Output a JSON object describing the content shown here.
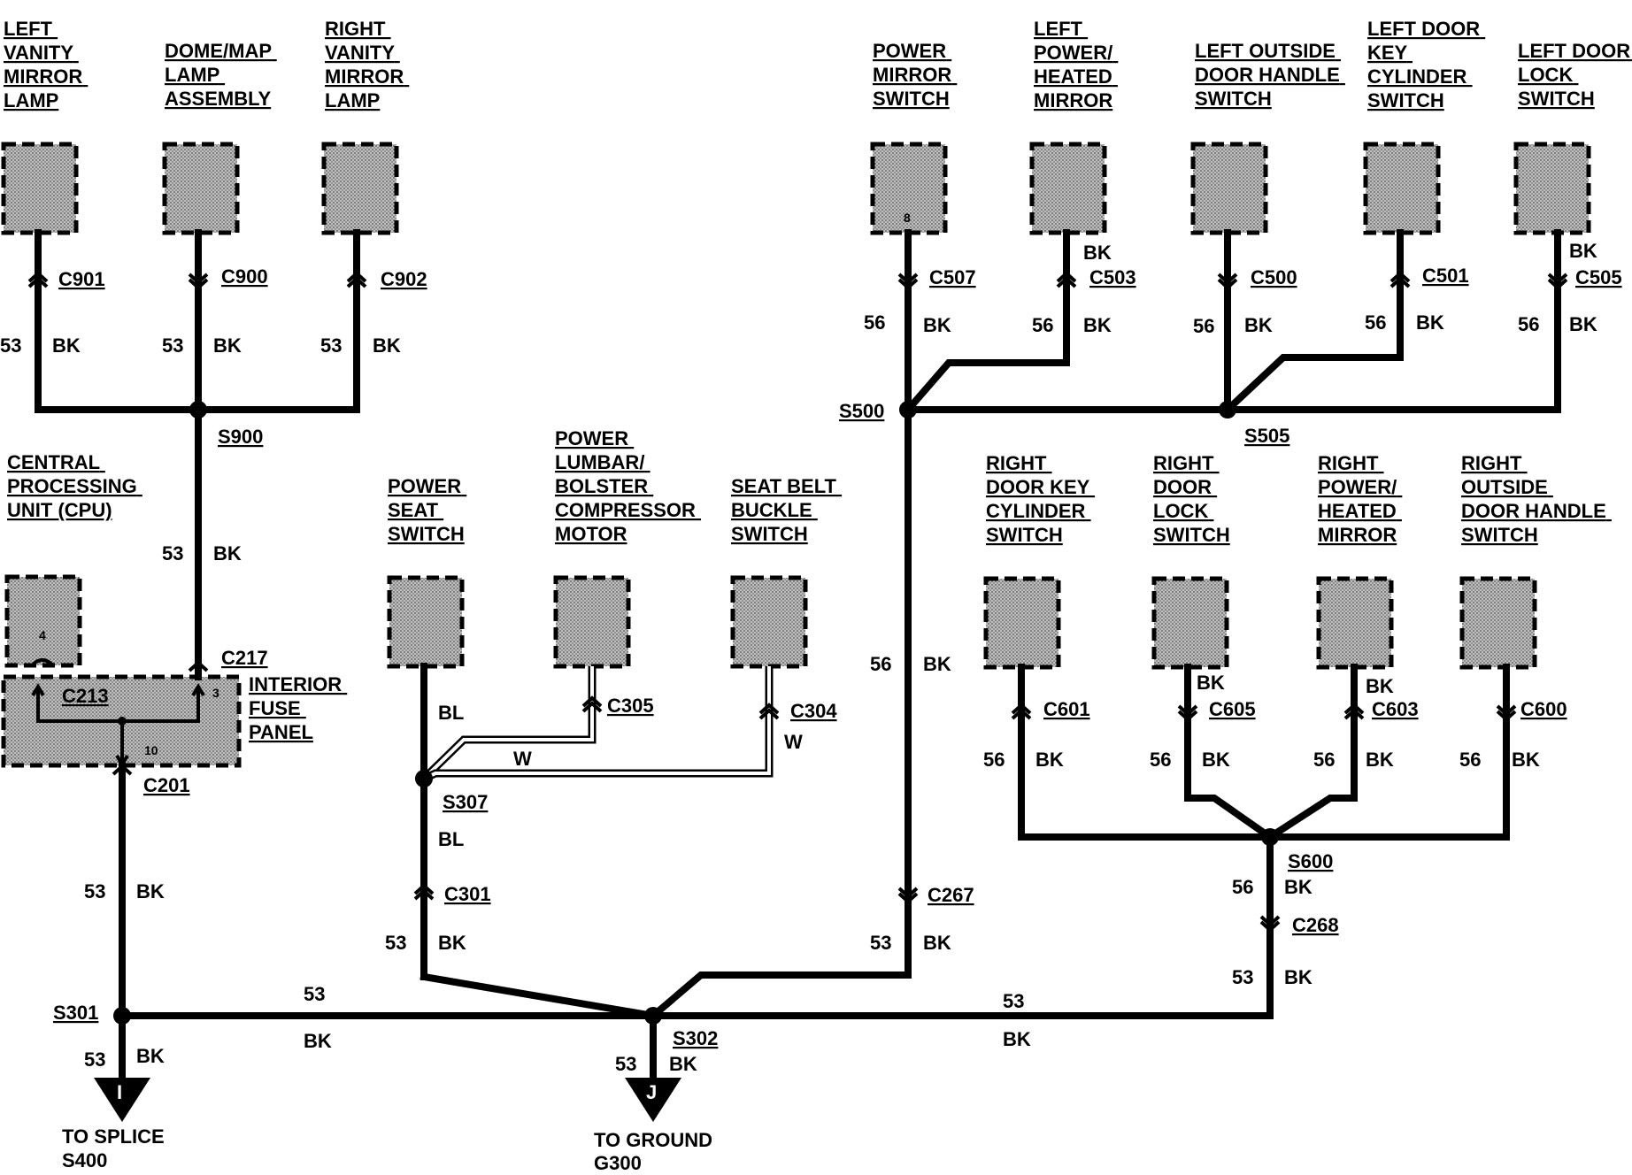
{
  "components": {
    "left_vanity": [
      "LEFT",
      "VANITY",
      "MIRROR",
      "LAMP"
    ],
    "dome_map": [
      "DOME/MAP",
      "LAMP",
      "ASSEMBLY"
    ],
    "right_vanity": [
      "RIGHT",
      "VANITY",
      "MIRROR",
      "LAMP"
    ],
    "power_mirror": [
      "POWER",
      "MIRROR",
      "SWITCH"
    ],
    "left_pwr_mirror": [
      "LEFT",
      "POWER/",
      "HEATED",
      "MIRROR"
    ],
    "left_outside_handle": [
      "LEFT OUTSIDE",
      "DOOR HANDLE",
      "SWITCH"
    ],
    "left_key_cyl": [
      "LEFT DOOR",
      "KEY",
      "CYLINDER",
      "SWITCH"
    ],
    "left_lock": [
      "LEFT DOOR",
      "LOCK",
      "SWITCH"
    ],
    "cpu": [
      "CENTRAL",
      "PROCESSING",
      "UNIT (CPU)"
    ],
    "fuse_panel": [
      "INTERIOR",
      "FUSE",
      "PANEL"
    ],
    "power_seat": [
      "POWER",
      "SEAT",
      "SWITCH"
    ],
    "lumbar": [
      "POWER",
      "LUMBAR/",
      "BOLSTER",
      "COMPRESSOR",
      "MOTOR"
    ],
    "seatbelt": [
      "SEAT BELT",
      "BUCKLE",
      "SWITCH"
    ],
    "right_key_cyl": [
      "RIGHT",
      "DOOR KEY",
      "CYLINDER",
      "SWITCH"
    ],
    "right_lock": [
      "RIGHT",
      "DOOR",
      "LOCK",
      "SWITCH"
    ],
    "right_pwr_mirror": [
      "RIGHT",
      "POWER/",
      "HEATED",
      "MIRROR"
    ],
    "right_outside_handle": [
      "RIGHT",
      "OUTSIDE",
      "DOOR HANDLE",
      "SWITCH"
    ]
  },
  "connectors": {
    "c901": "C901",
    "c900": "C900",
    "c902": "C902",
    "c507": "C507",
    "c503": "C503",
    "c500": "C500",
    "c501": "C501",
    "c505": "C505",
    "c217": "C217",
    "c213": "C213",
    "c201": "C201",
    "c305": "C305",
    "c304": "C304",
    "c301": "C301",
    "c267": "C267",
    "c601": "C601",
    "c605": "C605",
    "c603": "C603",
    "c600": "C600",
    "c268": "C268"
  },
  "splices": {
    "s900": "S900",
    "s500": "S500",
    "s505": "S505",
    "s307": "S307",
    "s600": "S600",
    "s301": "S301",
    "s302": "S302"
  },
  "wire": {
    "c53": "53",
    "c56": "56",
    "bk": "BK",
    "bl": "BL",
    "w": "W"
  },
  "pins": {
    "p8": "8",
    "p4": "4",
    "p3": "3",
    "p10": "10"
  },
  "destinations": {
    "splice_letter": "I",
    "splice_line1": "TO SPLICE",
    "splice_line2": "S400",
    "ground_letter": "J",
    "ground_line1": "TO GROUND",
    "ground_line2": "G300"
  }
}
